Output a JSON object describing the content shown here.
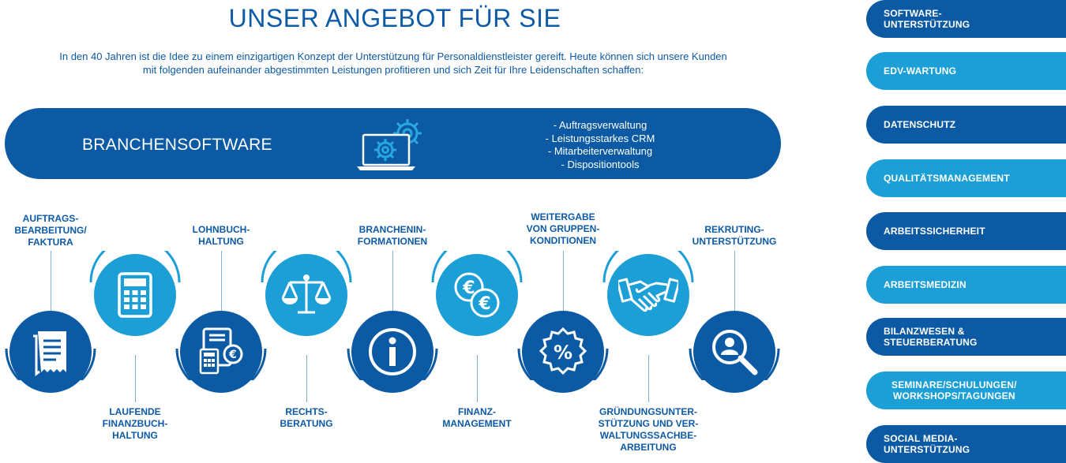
{
  "header": {
    "title": "UNSER ANGEBOT FÜR SIE",
    "intro_line1": "In den 40 Jahren ist die Idee zu einem einzigartigen Konzept der Unterstützung für Personaldienstleister gereift. Heute können sich unsere Kunden",
    "intro_line2": "mit folgenden aufeinander abgestimmten Leistungen profitieren und sich Zeit für Ihre Leidenschaften schaffen:"
  },
  "banner": {
    "title": "BRANCHENSOFTWARE",
    "icon": "laptop-gear-icon",
    "features": [
      "- Auftragsverwaltung",
      "- Leistungsstarkes CRM",
      "- Mitarbeiterverwaltung",
      "- Dispositiontools"
    ]
  },
  "services": {
    "top_labels": [
      [
        "AUFTRAGS-",
        "BEARBEITUNG/",
        "FAKTURA"
      ],
      [
        "LOHNBUCH-",
        "HALTUNG"
      ],
      [
        "BRANCHENIN-",
        "FORMATIONEN"
      ],
      [
        "WEITERGABE",
        "VON GRUPPEN-",
        "KONDITIONEN"
      ],
      [
        "REKRUTING-",
        "UNTERSTÜTZUNG"
      ]
    ],
    "bottom_labels": [
      [
        "LAUFENDE",
        "FINANZBUCH-",
        "HALTUNG"
      ],
      [
        "RECHTS-",
        "BERATUNG"
      ],
      [
        "FINANZ-",
        "MANAGEMENT"
      ],
      [
        "GRÜNDUNGSUNTER-",
        "STÜTZUNG UND VER-",
        "WALTUNGSSACHBE-",
        "ARBEITUNG"
      ]
    ],
    "icons": [
      "invoice-icon",
      "calculator-icon",
      "payroll-icon",
      "scales-icon",
      "info-icon",
      "euro-coins-icon",
      "percent-badge-icon",
      "handshake-icon",
      "recruiting-search-icon"
    ]
  },
  "sidebar": {
    "items": [
      [
        "SOFTWARE-",
        "UNTERSTÜTZUNG"
      ],
      [
        "EDV-WARTUNG"
      ],
      [
        "DATENSCHUTZ"
      ],
      [
        "QUALITÄTSMANAGEMENT"
      ],
      [
        "ARBEITSSICHERHEIT"
      ],
      [
        "ARBEITSMEDIZIN"
      ],
      [
        "BILANZWESEN &",
        "STEUERBERATUNG"
      ],
      [
        "SEMINARE/SCHULUNGEN/",
        "WORKSHOPS/TAGUNGEN"
      ],
      [
        "SOCIAL MEDIA-",
        "UNTERSTÜTZUNG"
      ]
    ]
  },
  "colors": {
    "dark_blue": "#0b5aa3",
    "light_blue": "#1c9fd6",
    "text_blue": "#0d5aa7"
  }
}
